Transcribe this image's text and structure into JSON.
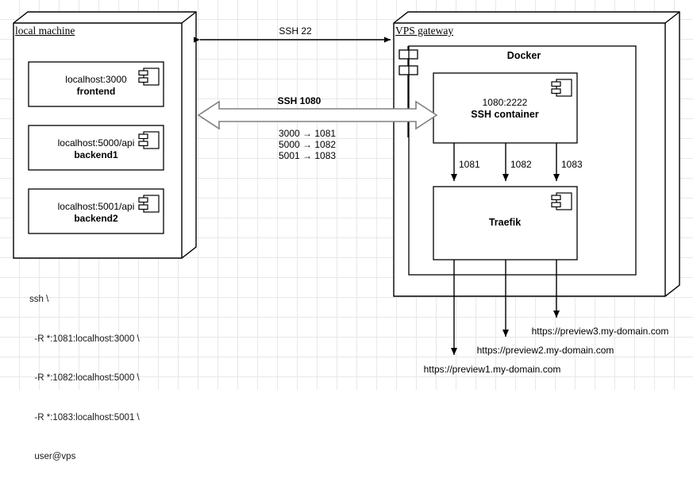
{
  "diagram": {
    "type": "network-architecture-deployment-diagram",
    "background": "graph-paper-grid",
    "grid_color": "#e8e8e8",
    "line_color": "#000000",
    "fill_color": "#ffffff"
  },
  "nodes": {
    "local_machine": {
      "title": "local machine",
      "components": [
        {
          "port_label": "localhost:3000",
          "name": "frontend",
          "icon": "uml-component-icon"
        },
        {
          "port_label": "localhost:5000/api",
          "name": "backend1",
          "icon": "uml-component-icon"
        },
        {
          "port_label": "localhost:5001/api",
          "name": "backend2",
          "icon": "uml-component-icon"
        }
      ]
    },
    "vps_gateway": {
      "title": "VPS gateway",
      "firewall_icon": "port-stack-icon",
      "docker": {
        "title": "Docker",
        "components": [
          {
            "port_label": "1080:2222",
            "name": "SSH container",
            "icon": "uml-component-icon"
          },
          {
            "port_label": "",
            "name": "Traefik",
            "icon": "uml-component-icon"
          }
        ]
      }
    }
  },
  "connections": {
    "ssh22": {
      "label": "SSH 22",
      "style": "double-headed-thin-arrow"
    },
    "ssh1080": {
      "label": "SSH 1080",
      "style": "double-headed-block-arrow",
      "forwards": [
        "3000 → 1081",
        "5000 → 1082",
        "5001 → 1083"
      ]
    },
    "container_to_traefik": {
      "port_labels": [
        "1081",
        "1082",
        "1083"
      ],
      "style": "down-arrow"
    }
  },
  "command": {
    "lines": [
      "ssh \\",
      "  -R *:1081:localhost:3000 \\",
      "  -R *:1082:localhost:5000 \\",
      "  -R *:1083:localhost:5001 \\",
      "  user@vps"
    ]
  },
  "outputs": [
    {
      "url": "https://preview1.my-domain.com"
    },
    {
      "url": "https://preview2.my-domain.com"
    },
    {
      "url": "https://preview3.my-domain.com"
    }
  ]
}
